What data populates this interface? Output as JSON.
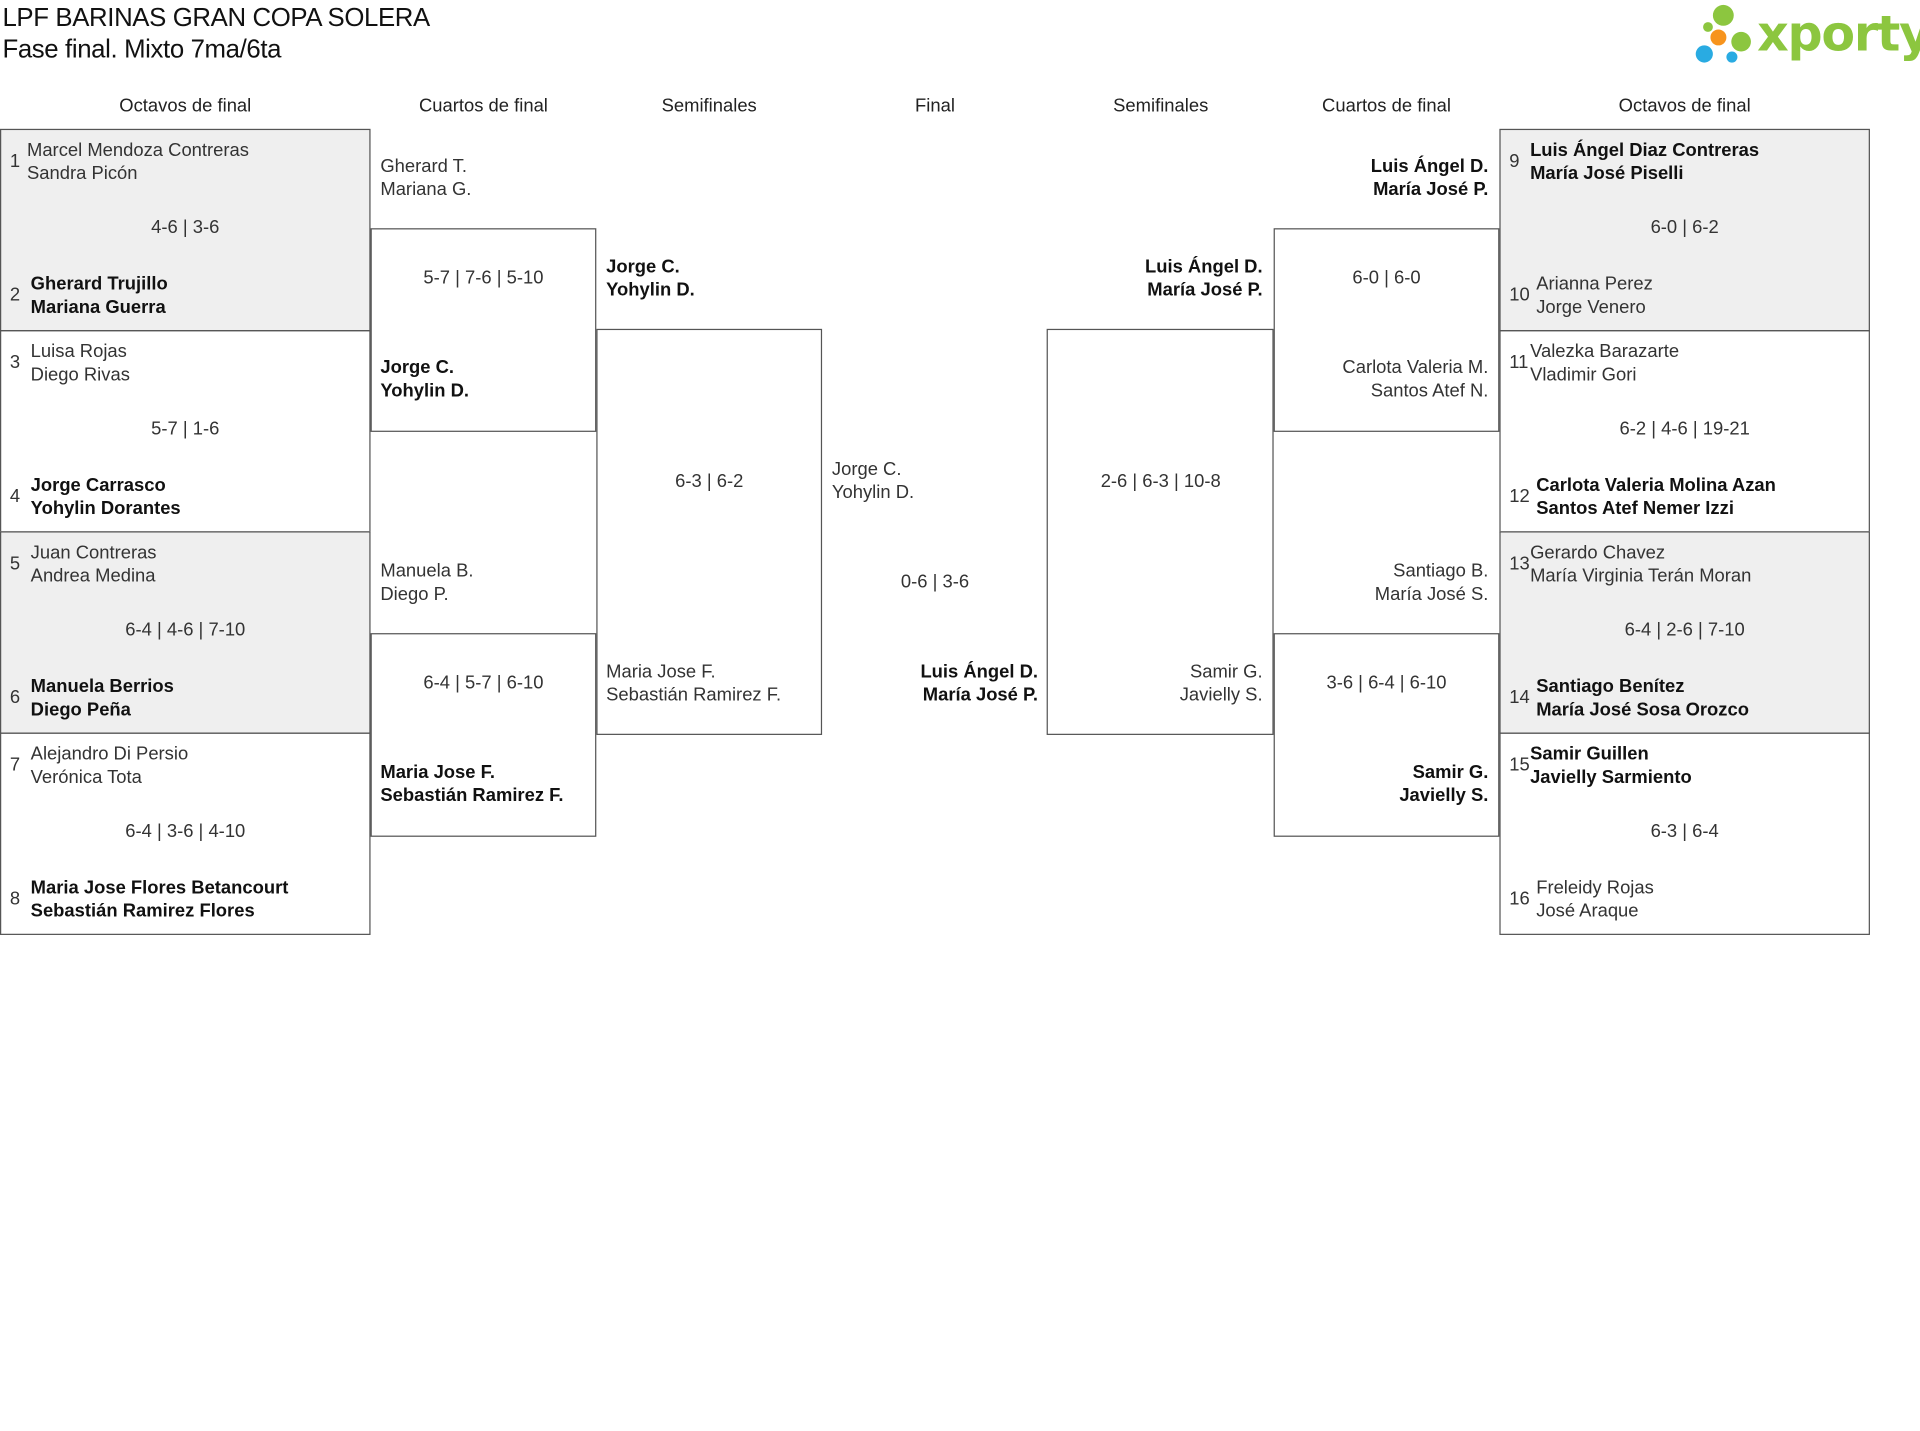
{
  "header": {
    "title": "LPF BARINAS GRAN COPA SOLERA",
    "subtitle": "Fase final. Mixto 7ma/6ta",
    "logo_text": "xporty",
    "logo_colors": {
      "green": "#8cc63f",
      "orange": "#f7941d",
      "blue": "#29abe2"
    }
  },
  "rounds": {
    "r16_left": "Octavos de final",
    "qf_left": "Cuartos de final",
    "sf_left": "Semifinales",
    "final": "Final",
    "sf_right": "Semifinales",
    "qf_right": "Cuartos de final",
    "r16_right": "Octavos de final"
  },
  "r16_left": [
    {
      "seed_a": "1",
      "a": [
        "Marcel Mendoza Contreras",
        "Sandra Picón"
      ],
      "score": "4-6 | 3-6",
      "seed_b": "2",
      "b": [
        "Gherard Trujillo",
        "Mariana Guerra"
      ],
      "winner": "b"
    },
    {
      "seed_a": "3",
      "a": [
        "Luisa Rojas",
        "Diego Rivas"
      ],
      "score": "5-7 | 1-6",
      "seed_b": "4",
      "b": [
        "Jorge Carrasco",
        "Yohylin Dorantes"
      ],
      "winner": "b"
    },
    {
      "seed_a": "5",
      "a": [
        "Juan Contreras",
        "Andrea Medina"
      ],
      "score": "6-4 | 4-6 | 7-10",
      "seed_b": "6",
      "b": [
        "Manuela Berrios",
        "Diego Peña"
      ],
      "winner": "b"
    },
    {
      "seed_a": "7",
      "a": [
        "Alejandro Di Persio",
        "Verónica Tota"
      ],
      "score": "6-4 | 3-6 | 4-10",
      "seed_b": "8",
      "b": [
        "Maria Jose Flores Betancourt",
        "Sebastián Ramirez Flores"
      ],
      "winner": "b"
    }
  ],
  "r16_right": [
    {
      "seed_a": "9",
      "a": [
        "Luis Ángel Diaz Contreras",
        "María José Piselli"
      ],
      "score": "6-0 | 6-2",
      "seed_b": "10",
      "b": [
        "Arianna Perez",
        "Jorge Venero"
      ],
      "winner": "a"
    },
    {
      "seed_a": "11",
      "a": [
        "Valezka Barazarte",
        "Vladimir Gori"
      ],
      "score": "6-2 | 4-6 | 19-21",
      "seed_b": "12",
      "b": [
        "Carlota Valeria Molina Azan",
        "Santos Atef Nemer Izzi"
      ],
      "winner": "b"
    },
    {
      "seed_a": "13",
      "a": [
        "Gerardo Chavez",
        "María Virginia Terán Moran"
      ],
      "score": "6-4 | 2-6 | 7-10",
      "seed_b": "14",
      "b": [
        "Santiago Benítez",
        "María José Sosa Orozco"
      ],
      "winner": "b"
    },
    {
      "seed_a": "15",
      "a": [
        "Samir Guillen",
        "Javielly Sarmiento"
      ],
      "score": "6-3 | 6-4",
      "seed_b": "16",
      "b": [
        "Freleidy Rojas",
        "José Araque"
      ],
      "winner": "a"
    }
  ],
  "qf_left": [
    {
      "a": [
        "Gherard T.",
        "Mariana G."
      ],
      "score": "5-7 | 7-6 | 5-10",
      "b": [
        "Jorge C.",
        "Yohylin D."
      ],
      "winner": "b"
    },
    {
      "a": [
        "Manuela B.",
        "Diego P."
      ],
      "score": "6-4 | 5-7 | 6-10",
      "b": [
        "Maria Jose F.",
        "Sebastián Ramirez F."
      ],
      "winner": "b"
    }
  ],
  "qf_right": [
    {
      "a": [
        "Luis Ángel D.",
        "María José P."
      ],
      "score": "6-0 | 6-0",
      "b": [
        "Carlota Valeria M.",
        "Santos Atef N."
      ],
      "winner": "a"
    },
    {
      "a": [
        "Santiago B.",
        "María José S."
      ],
      "score": "3-6 | 6-4 | 6-10",
      "b": [
        "Samir G.",
        "Javielly S."
      ],
      "winner": "b"
    }
  ],
  "sf_left": {
    "a": [
      "Jorge C.",
      "Yohylin D."
    ],
    "score": "6-3 | 6-2",
    "b": [
      "Maria Jose F.",
      "Sebastián Ramirez F."
    ],
    "winner": "a"
  },
  "sf_right": {
    "a": [
      "Luis Ángel D.",
      "María José P."
    ],
    "score": "2-6 | 6-3 | 10-8",
    "b": [
      "Samir G.",
      "Javielly S."
    ],
    "winner": "a"
  },
  "final": {
    "a": [
      "Jorge C.",
      "Yohylin D."
    ],
    "score": "0-6 | 3-6",
    "b": [
      "Luis Ángel D.",
      "María José P."
    ],
    "winner": "b"
  }
}
